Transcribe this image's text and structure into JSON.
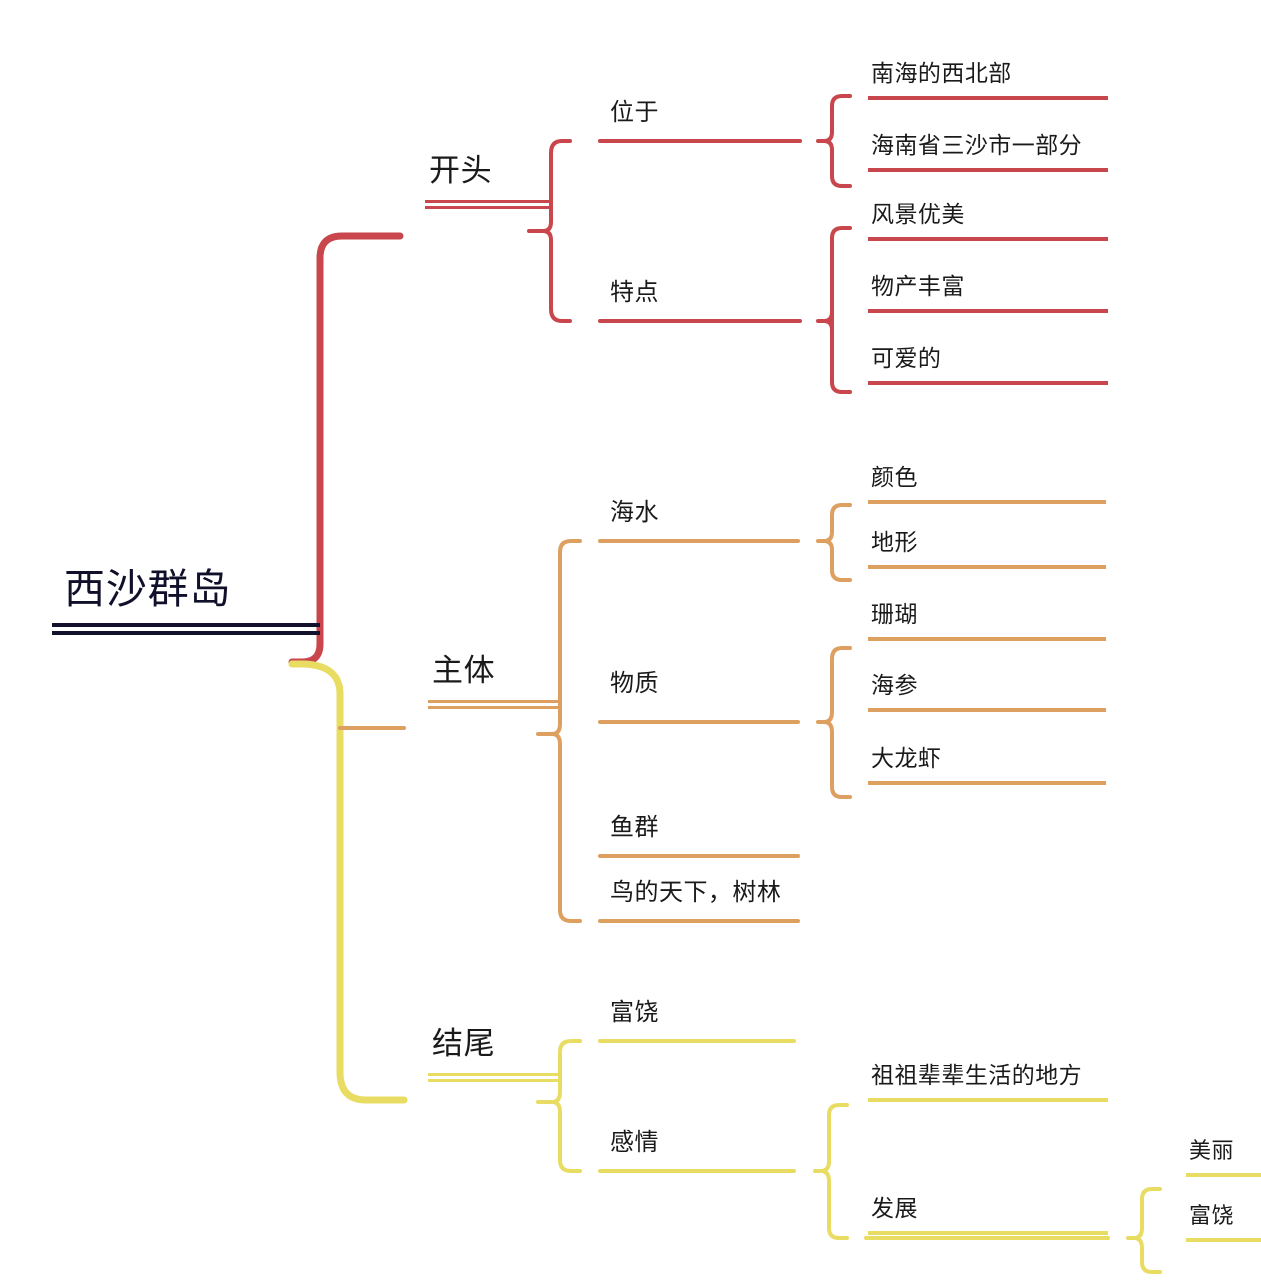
{
  "title": "西沙群岛 思维导图",
  "colors": {
    "root": "#12122c",
    "red": "#c8464c",
    "orange": "#dda060",
    "yellow": "#e9dc62",
    "text": "#1a1a1a",
    "background": "#ffffff"
  },
  "root": {
    "label": "西沙群岛"
  },
  "branches": [
    {
      "id": "kaitou",
      "label": "开头",
      "color": "#c8464c",
      "children": [
        {
          "label": "位于",
          "children": [
            {
              "label": "南海的西北部"
            },
            {
              "label": "海南省三沙市一部分"
            }
          ]
        },
        {
          "label": "特点",
          "children": [
            {
              "label": "风景优美"
            },
            {
              "label": "物产丰富"
            },
            {
              "label": "可爱的"
            }
          ]
        }
      ]
    },
    {
      "id": "zhuti",
      "label": "主体",
      "color": "#dda060",
      "children": [
        {
          "label": "海水",
          "children": [
            {
              "label": "颜色"
            },
            {
              "label": "地形"
            }
          ]
        },
        {
          "label": "物质",
          "children": [
            {
              "label": "珊瑚"
            },
            {
              "label": "海参"
            },
            {
              "label": "大龙虾"
            }
          ]
        },
        {
          "label": "鱼群",
          "children": []
        },
        {
          "label": "鸟的天下，树林",
          "children": []
        }
      ]
    },
    {
      "id": "jiewei",
      "label": "结尾",
      "color": "#e9dc62",
      "children": [
        {
          "label": "富饶",
          "children": []
        },
        {
          "label": "感情",
          "children": [
            {
              "label": "祖祖辈辈生活的地方"
            },
            {
              "label": "发展",
              "children": [
                {
                  "label": "美丽"
                },
                {
                  "label": "富饶"
                }
              ]
            }
          ]
        }
      ]
    }
  ]
}
